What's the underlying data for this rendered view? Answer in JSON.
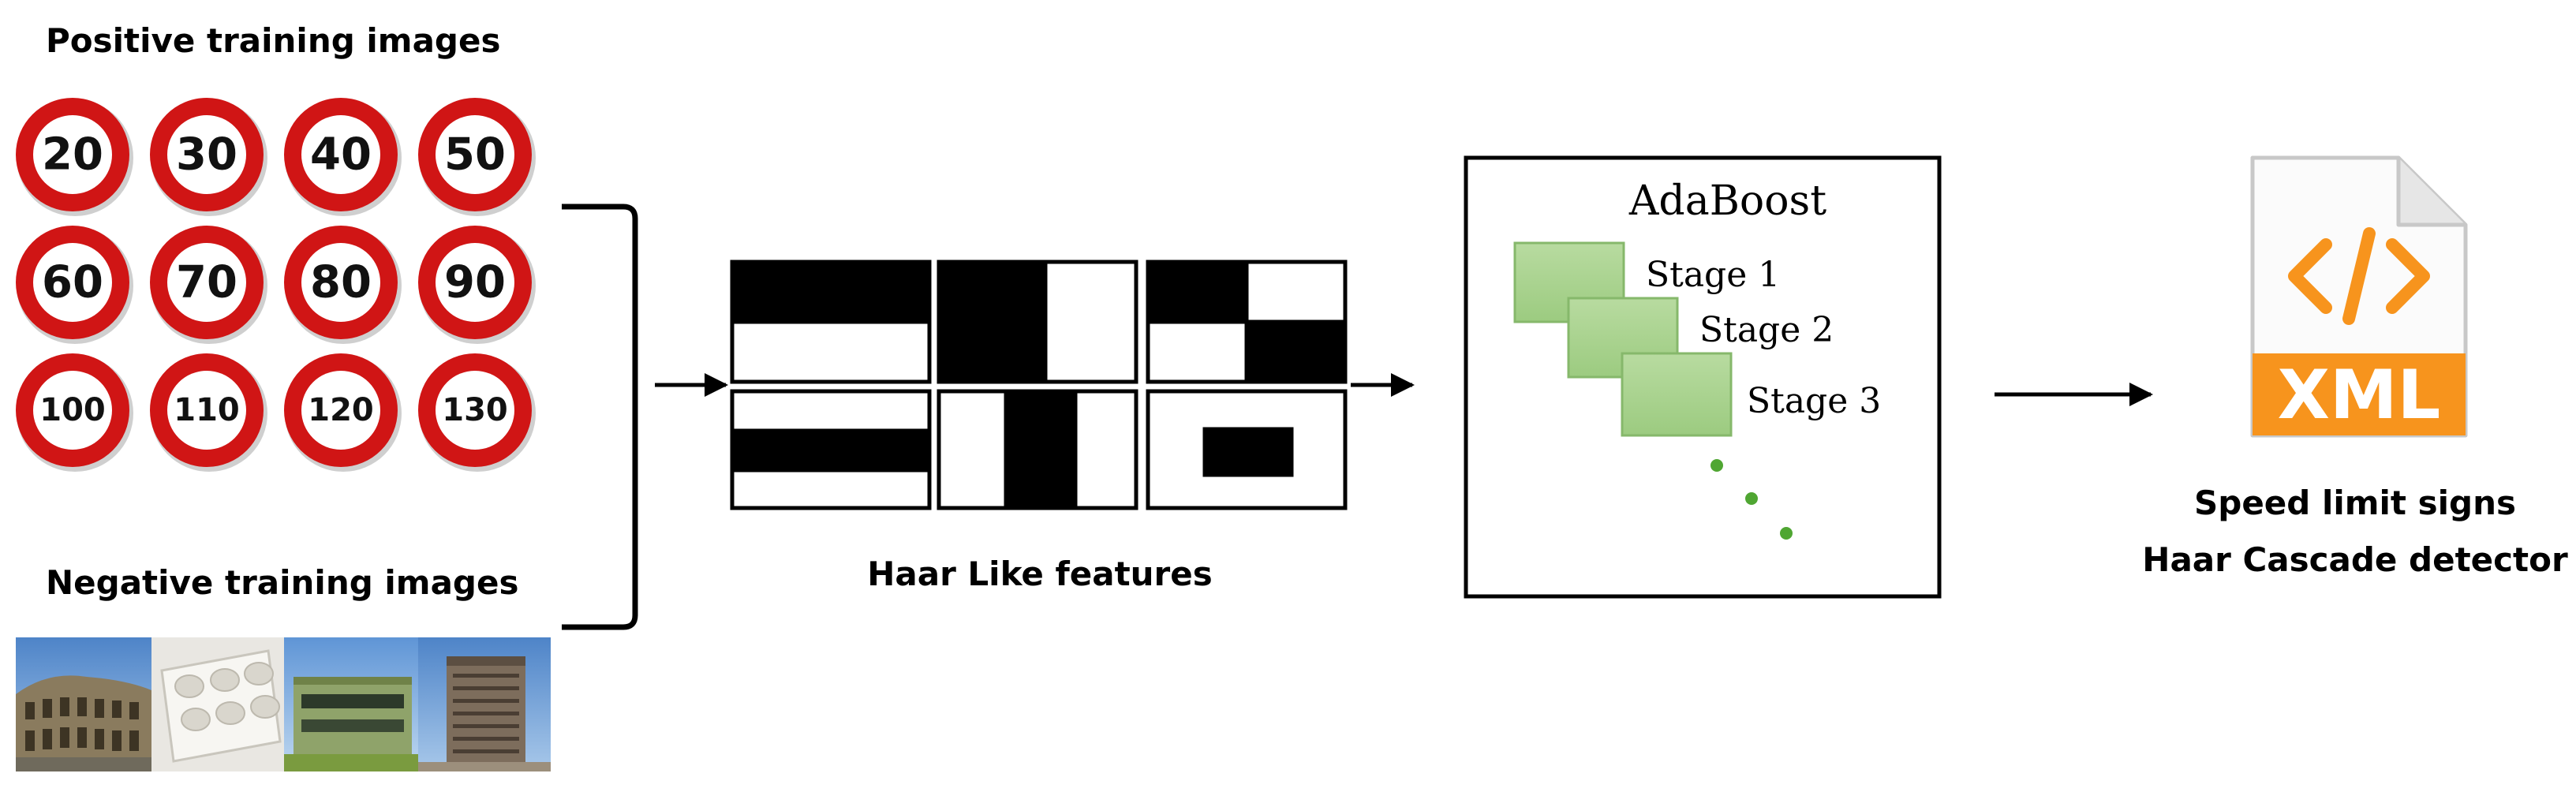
{
  "positive": {
    "title": "Positive training  images",
    "signs": [
      "20",
      "30",
      "40",
      "50",
      "60",
      "70",
      "80",
      "90",
      "100",
      "110",
      "120",
      "130"
    ],
    "ring_color": "#d01515"
  },
  "negative": {
    "title": "Negative training images",
    "photos": [
      "colosseum",
      "egg-carton",
      "green-building",
      "tower-building"
    ]
  },
  "haar": {
    "caption": "Haar Like features"
  },
  "adaboost": {
    "title": "AdaBoost",
    "stages": [
      "Stage 1",
      "Stage 2",
      "Stage 3"
    ],
    "stage_color": "#a9d18e",
    "dot_color": "#4fa632"
  },
  "output": {
    "file_label": "XML",
    "file_icon": "code-brackets-icon",
    "accent_color": "#f7941d",
    "caption_line1": "Speed limit signs",
    "caption_line2": "Haar Cascade detector"
  }
}
